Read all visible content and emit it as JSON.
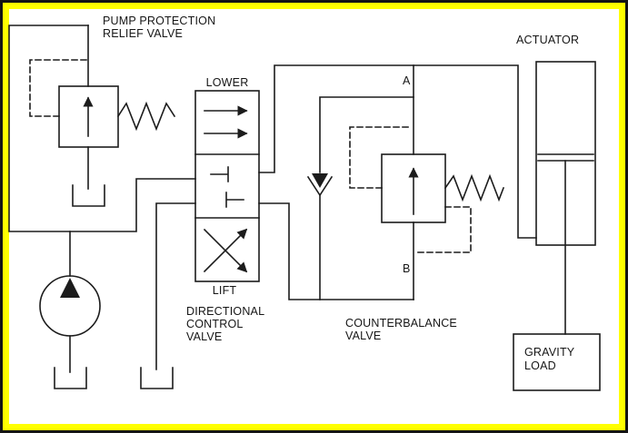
{
  "frame": {
    "border_color": "#141414",
    "accent_color": "#ffff00",
    "background_color": "#ffffff"
  },
  "diagram": {
    "line_color": "#1c1c1c",
    "labels": {
      "relief_valve_line1": "PUMP PROTECTION",
      "relief_valve_line2": "RELIEF VALVE",
      "dcv_position_top": "LOWER",
      "dcv_position_bottom": "LIFT",
      "dcv_name_line1": "DIRECTIONAL",
      "dcv_name_line2": "CONTROL",
      "dcv_name_line3": "VALVE",
      "counterbalance_line1": "COUNTERBALANCE",
      "counterbalance_line2": "VALVE",
      "actuator": "ACTUATOR",
      "port_a": "A",
      "port_b": "B",
      "gravity_load_line1": "GRAVITY",
      "gravity_load_line2": "LOAD"
    },
    "symbols": [
      "pump",
      "pump-protection-relief-valve",
      "reservoir",
      "directional-control-valve",
      "check-valve",
      "counterbalance-valve",
      "actuator-cylinder",
      "gravity-load"
    ]
  }
}
